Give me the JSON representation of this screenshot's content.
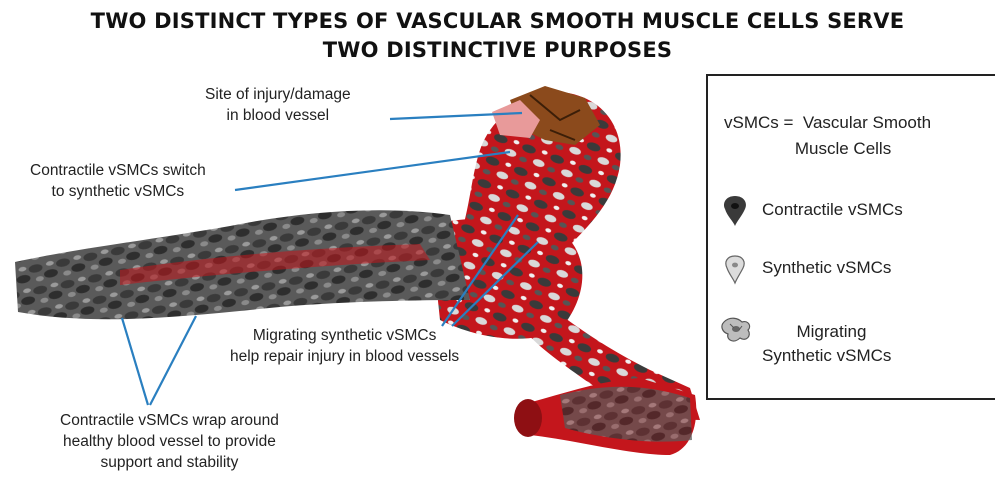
{
  "title": {
    "line1": "TWO DISTINCT TYPES OF VASCULAR SMOOTH MUSCLE CELLS SERVE",
    "line2": "TWO DISTINCTIVE PURPOSES"
  },
  "labels": {
    "injury": "Site of injury/damage\nin blood vessel",
    "switch": "Contractile vSMCs switch\nto synthetic vSMCs",
    "migrating": "Migrating synthetic vSMCs\nhelp repair injury in blood vessels",
    "wrap": "Contractile vSMCs wrap around\nhealthy blood vessel to provide\nsupport and stability"
  },
  "legend": {
    "definition": "vSMCs =  Vascular Smooth\n               Muscle Cells",
    "items": [
      {
        "label": "Contractile vSMCs",
        "icon": "contractile-cell-icon"
      },
      {
        "label": "Synthetic vSMCs",
        "icon": "synthetic-cell-icon"
      },
      {
        "label": "  Migrating\nSynthetic vSMCs",
        "icon": "migrating-cell-icon"
      }
    ]
  },
  "colors": {
    "vessel": "#c4161c",
    "vessel_dark": "#8e0f13",
    "contractile_cell": "#3a3a3a",
    "synthetic_cell": "#d9d9d9",
    "injury": "#8b4a1c",
    "pointer": "#2a7fc0"
  }
}
